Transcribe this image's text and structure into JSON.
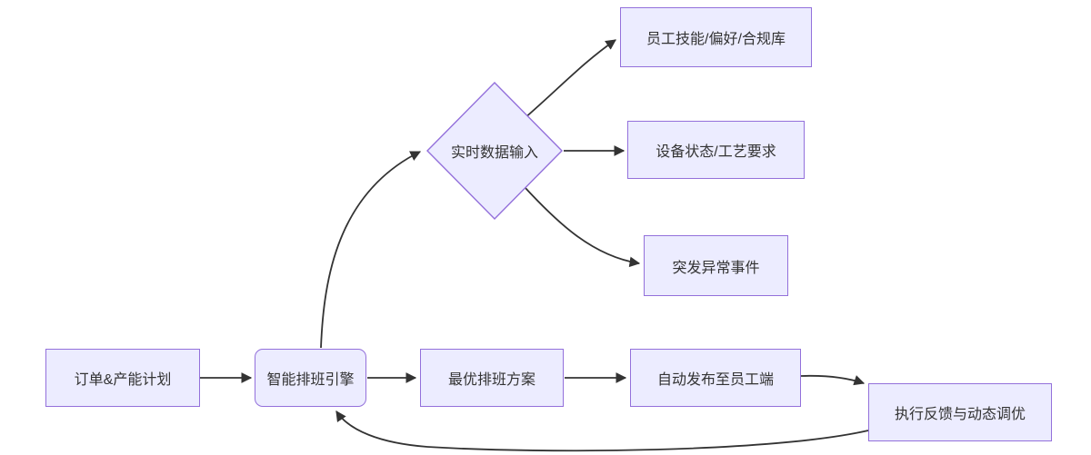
{
  "diagram": {
    "type": "flowchart",
    "colors": {
      "node_fill": "#ECECFF",
      "node_border": "#9370DB",
      "edge_color": "#333333",
      "text_color": "#333333",
      "bg_color": "#ffffff"
    },
    "nodes": {
      "skills": {
        "label": "员工技能/偏好/合规库",
        "shape": "rect"
      },
      "equipment": {
        "label": "设备状态/工艺要求",
        "shape": "rect"
      },
      "incidents": {
        "label": "突发异常事件",
        "shape": "rect"
      },
      "realtime": {
        "label": "实时数据输入",
        "shape": "diamond"
      },
      "orders": {
        "label": "订单&产能计划",
        "shape": "rect"
      },
      "engine": {
        "label": "智能排班引擎",
        "shape": "rounded-rect"
      },
      "plan": {
        "label": "最优排班方案",
        "shape": "rect"
      },
      "publish": {
        "label": "自动发布至员工端",
        "shape": "rect"
      },
      "feedback": {
        "label": "执行反馈与动态调优",
        "shape": "rect"
      }
    },
    "edges": [
      {
        "from": "订单&产能计划",
        "to": "智能排班引擎"
      },
      {
        "from": "智能排班引擎",
        "to": "实时数据输入"
      },
      {
        "from": "实时数据输入",
        "to": "员工技能/偏好/合规库"
      },
      {
        "from": "实时数据输入",
        "to": "设备状态/工艺要求"
      },
      {
        "from": "实时数据输入",
        "to": "突发异常事件"
      },
      {
        "from": "智能排班引擎",
        "to": "最优排班方案"
      },
      {
        "from": "最优排班方案",
        "to": "自动发布至员工端"
      },
      {
        "from": "自动发布至员工端",
        "to": "执行反馈与动态调优"
      },
      {
        "from": "执行反馈与动态调优",
        "to": "智能排班引擎"
      }
    ]
  }
}
